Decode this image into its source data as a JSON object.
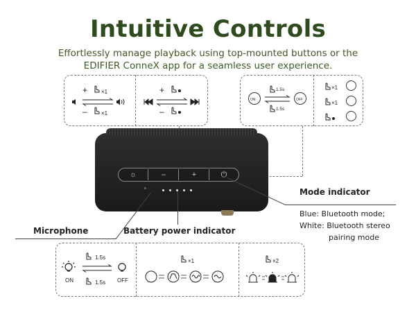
{
  "header": {
    "title": "Intuitive Controls",
    "subtitle_line1": "Effortlessly manage playback using top-mounted buttons or the",
    "subtitle_line2": "EDIFIER ConneX app for a seamless user experience."
  },
  "volume_panel": {
    "plus": "+",
    "minus": "–",
    "press_count_top": "×1",
    "press_count_bottom": "×1"
  },
  "track_panel": {
    "plus": "+",
    "minus": "–"
  },
  "power_panel": {
    "on_label": "ON",
    "off_label": "OFF",
    "hold_top": "1.5s",
    "hold_bottom": "1.5s"
  },
  "call_panel": {
    "press_1": "×1",
    "press_2": "×1"
  },
  "speaker_buttons": {
    "minus": "–",
    "plus": "+",
    "light": "☼",
    "power": "⏻"
  },
  "labels": {
    "mode_indicator": "Mode indicator",
    "microphone": "Microphone",
    "battery_indicator": "Battery power indicator",
    "mode_desc_1": "Blue: Bluetooth mode;",
    "mode_desc_2": "White: Bluetooth stereo",
    "mode_desc_3": "pairing mode"
  },
  "light_panel": {
    "on_label": "ON",
    "off_label": "OFF",
    "hold_top": "1.5s",
    "hold_bottom": "1.5s"
  },
  "eq_panel": {
    "press_count": "×1"
  },
  "lamp_panel": {
    "press_count": "×2"
  },
  "colors": {
    "title": "#2f4a1e",
    "subtitle": "#3b5a25",
    "speaker_body": "#1f1f1f"
  }
}
